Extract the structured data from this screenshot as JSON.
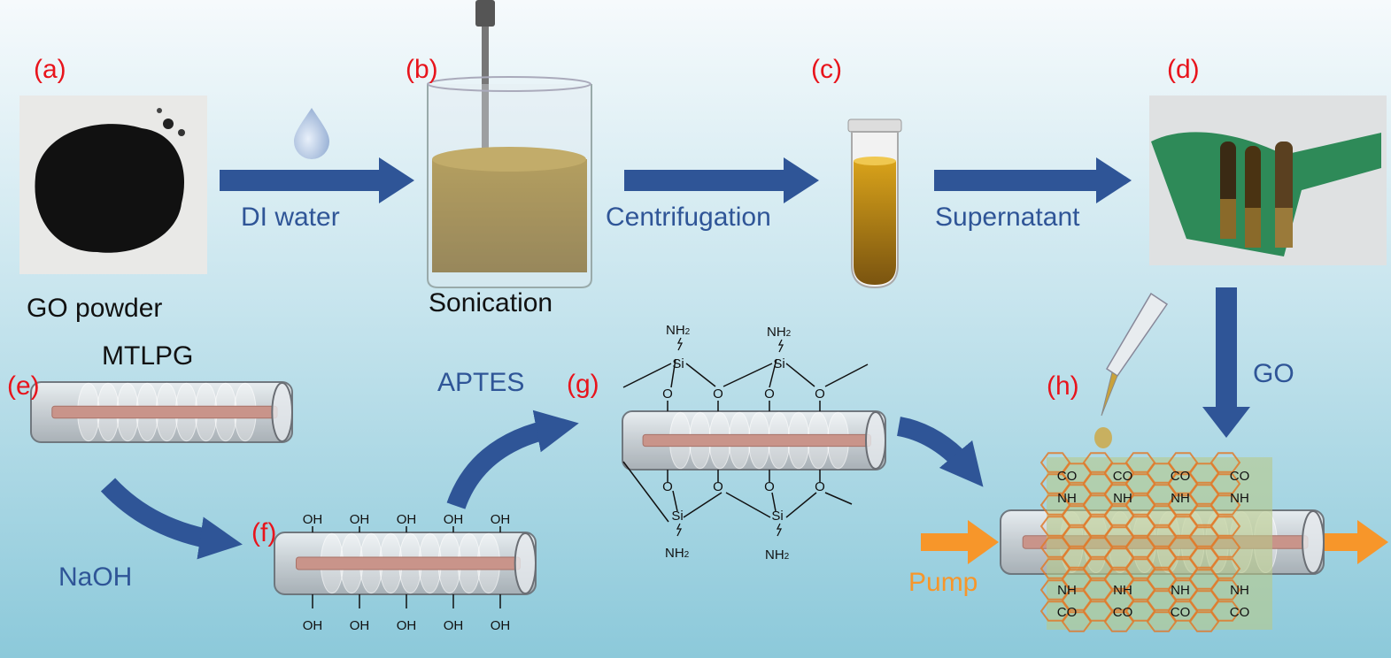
{
  "panels": {
    "a": {
      "label": "(a)",
      "caption": "GO powder"
    },
    "b": {
      "label": "(b)",
      "caption": "Sonication"
    },
    "c": {
      "label": "(c)"
    },
    "d": {
      "label": "(d)"
    },
    "e": {
      "label": "(e)",
      "caption": "MTLPG"
    },
    "f": {
      "label": "(f)"
    },
    "g": {
      "label": "(g)"
    },
    "h": {
      "label": "(h)"
    }
  },
  "arrows": {
    "a_b": "DI water",
    "b_c": "Centrifugation",
    "c_d": "Supernatant",
    "d_h": "GO",
    "e_f": "NaOH",
    "f_g": "APTES",
    "pump": "Pump"
  },
  "chemistry": {
    "hydroxyl": "OH",
    "oxygen": "O",
    "silicon": "Si",
    "amine": "NH",
    "amine_sub": "2",
    "carbonyl": "CO",
    "amide_nh": "NH"
  },
  "colors": {
    "label_red": "#e8141c",
    "arrow_blue": "#2f5597",
    "pump_orange": "#f7962a",
    "go_liquid": "#8a6a12",
    "graphene_edge": "#e07a2a",
    "graphene_fill": "#b8c98a"
  }
}
